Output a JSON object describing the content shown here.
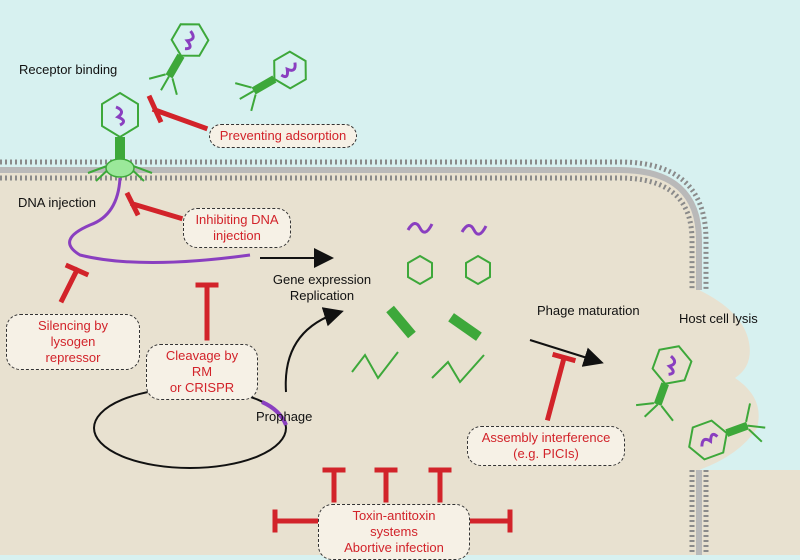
{
  "colors": {
    "outside": "#d7f1f0",
    "cytoplasm": "#e8e1d0",
    "membrane": "#8a8a8a",
    "phage_green": "#3da83a",
    "dna_purple": "#8a3fc0",
    "inhibitor_red": "#d2232a",
    "receptor": "#9be89a"
  },
  "labels": {
    "receptor_binding": "Receptor binding",
    "dna_injection": "DNA injection",
    "gene_expression": "Gene expression",
    "replication": "Replication",
    "prophage": "Prophage",
    "phage_maturation": "Phage maturation",
    "host_cell_lysis": "Host cell lysis"
  },
  "inhibitors": {
    "preventing_adsorption": "Preventing adsorption",
    "inhibiting_dna_injection": [
      "Inhibiting DNA",
      "injection"
    ],
    "silencing": [
      "Silencing by lysogen",
      "repressor"
    ],
    "cleavage": [
      "Cleavage by RM",
      "or CRISPR"
    ],
    "assembly": [
      "Assembly interference",
      "(e.g. PICIs)"
    ],
    "toxin": [
      "Toxin-antitoxin systems",
      "Abortive infection"
    ]
  }
}
